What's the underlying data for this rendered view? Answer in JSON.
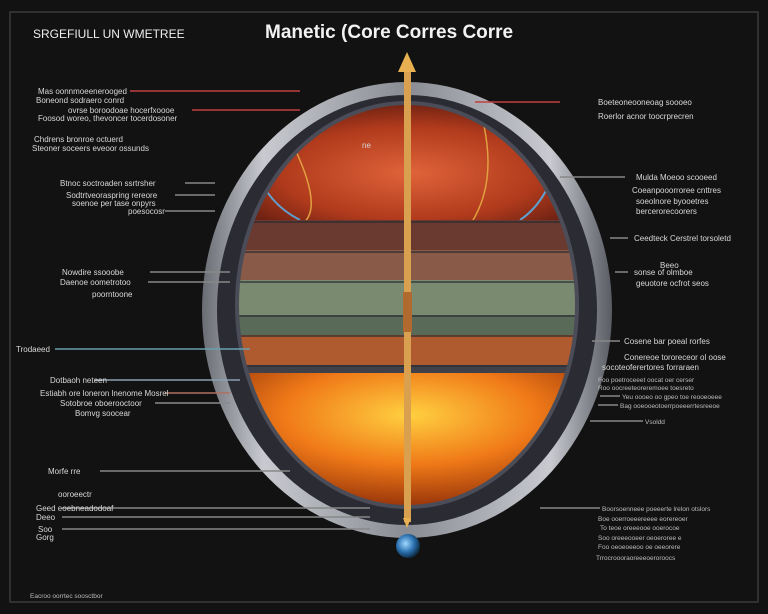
{
  "title": "Manetic (Core Corres Corre",
  "subtitle": "SRGEFIULL UN WMETREE",
  "center_label": "ne",
  "left_labels": [
    "Mas oonnmoeenerooged",
    "Boneond sodraero conrd",
    "ovrse boroodoae hocerfxoooe",
    "Foosod woreo, thevoncer tocerdosoner",
    "Chdrens bronroe octuerd",
    "Steoner soceers eveoor ossunds",
    "Btnoc soctroaden ssrtrsher",
    "Sodtrtveoraspring rereore",
    "soenoe per tase onpyrs",
    "poesocosr",
    "Nowdire ssooobe",
    "Daenoe oometrotoo",
    "poorntoone",
    "Trodaeed",
    "Dotbaoh neteen",
    "Estiabh ore loneron lnenome Mosrel",
    "Sotobroe oboerooctoor",
    "Bomvg soocear",
    "Morfe rre",
    "ooroeectr",
    "Geed eoebneadodoaf",
    "Deeo",
    "Soo",
    "Gorg"
  ],
  "right_labels": [
    "Boeteoneooneoag soooeo",
    "Roerlor acnor toocrprecren",
    "Mulda Moeoo scooeed",
    "Coeanpooorroree cnttres",
    "soeolnore byooetres",
    "bercerorecoorers",
    "Ceedteck Cerstrel torsoletd",
    "Beeo",
    "sonse of olmboe",
    "geuotore ocfrot seos",
    "Cosene bar poeal rorfes",
    "Conereoe tororeceor ol oose",
    "socoteoferertores forraraen",
    "Foo poetroceeet oocat oer cerser",
    "Roo oocreeteoreremoee toesreto",
    "Yeu oooeo oo gpeo toe reooeoeee",
    "Bag ooeooeotoerrpoeeerrtesreeoe",
    "Vsoldd",
    "Boorsoenneee poeeerte lrelon otslors",
    "Boe ooerroeeereeee eorereoer",
    "To teoe oreeeooe ooerocoe",
    "Soo oreeeooeer oeoeroree e",
    "Foo oeoeoeeoo oe oeeorere",
    "Trrocroooraoreeeoeroroocs"
  ],
  "footer_text": "Eacroo oorrtec soosctbor",
  "colors": {
    "background": "#121212",
    "shell": "#9a9ca4",
    "core_top": "#b03a1c",
    "core_bottom": "#f07a18",
    "rod": "#d9a050",
    "band_green": "#7a8a70"
  }
}
